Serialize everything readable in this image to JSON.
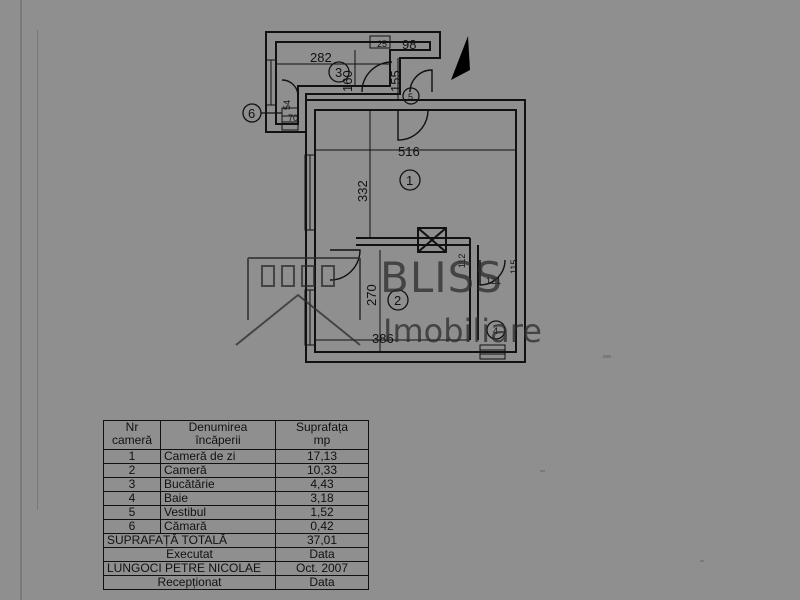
{
  "plan": {
    "dimensions": {
      "d282": "282",
      "d98": "98",
      "d160": "160",
      "d155": "155",
      "d516": "516",
      "d332": "332",
      "d270": "270",
      "d386": "386",
      "d121": "121",
      "d112": "112",
      "d115": "115",
      "d70": "70",
      "d25": "25",
      "d_small": "54"
    },
    "room_markers": [
      "1",
      "2",
      "3",
      "4",
      "5",
      "6"
    ]
  },
  "watermark": {
    "brand": "BLISS",
    "tagline": "Imobiliare"
  },
  "table": {
    "header": {
      "col1_line1": "Nr",
      "col1_line2": "cameră",
      "col2_line1": "Denumirea",
      "col2_line2": "încăperii",
      "col3_line1": "Suprafața",
      "col3_line2": "mp"
    },
    "rows": [
      {
        "nr": "1",
        "name": "Cameră de zi",
        "area": "17,13"
      },
      {
        "nr": "2",
        "name": "Cameră",
        "area": "10,33"
      },
      {
        "nr": "3",
        "name": "Bucătărie",
        "area": "4,43"
      },
      {
        "nr": "4",
        "name": "Baie",
        "area": "3,18"
      },
      {
        "nr": "5",
        "name": "Vestibul",
        "area": "1,52"
      },
      {
        "nr": "6",
        "name": "Cămară",
        "area": "0,42"
      }
    ],
    "total_label": "SUPRAFAȚĂ TOTALĂ",
    "total_value": "37,01",
    "executed_label": "Executat",
    "executed_date_label": "Data",
    "executor_name": "LUNGOCI PETRE NICOLAE",
    "executor_date": "Oct. 2007",
    "received_label": "Recepționat",
    "received_date_label": "Data"
  }
}
